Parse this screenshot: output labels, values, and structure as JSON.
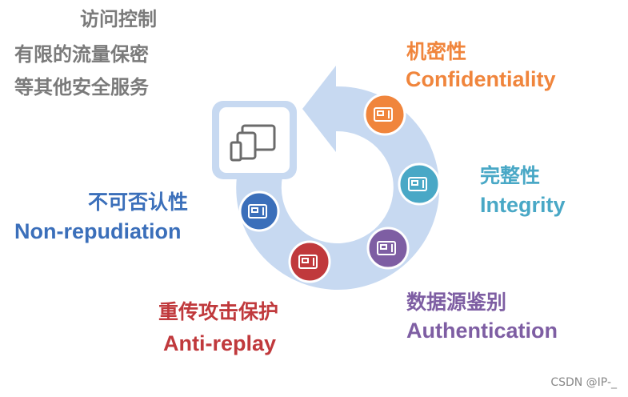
{
  "other_services": [
    "访问控制",
    "有限的流量保密",
    "等其他安全服务"
  ],
  "services": [
    {
      "cn": "机密性",
      "en": "Confidentiality",
      "color": "#f0853c"
    },
    {
      "cn": "完整性",
      "en": "Integrity",
      "color": "#49a8c6"
    },
    {
      "cn": "数据源鉴别",
      "en": "Authentication",
      "color": "#7e5ea3"
    },
    {
      "cn": "重传攻击保护",
      "en": "Anti-replay",
      "color": "#c0393c"
    },
    {
      "cn": "不可否认性",
      "en": "Non-repudiation",
      "color": "#3b6fba"
    }
  ],
  "ring_color": "#c7d9f1",
  "center_icon": "devices-icon",
  "node_icon": "tablet-icon",
  "watermark": "CSDN @IP-_"
}
